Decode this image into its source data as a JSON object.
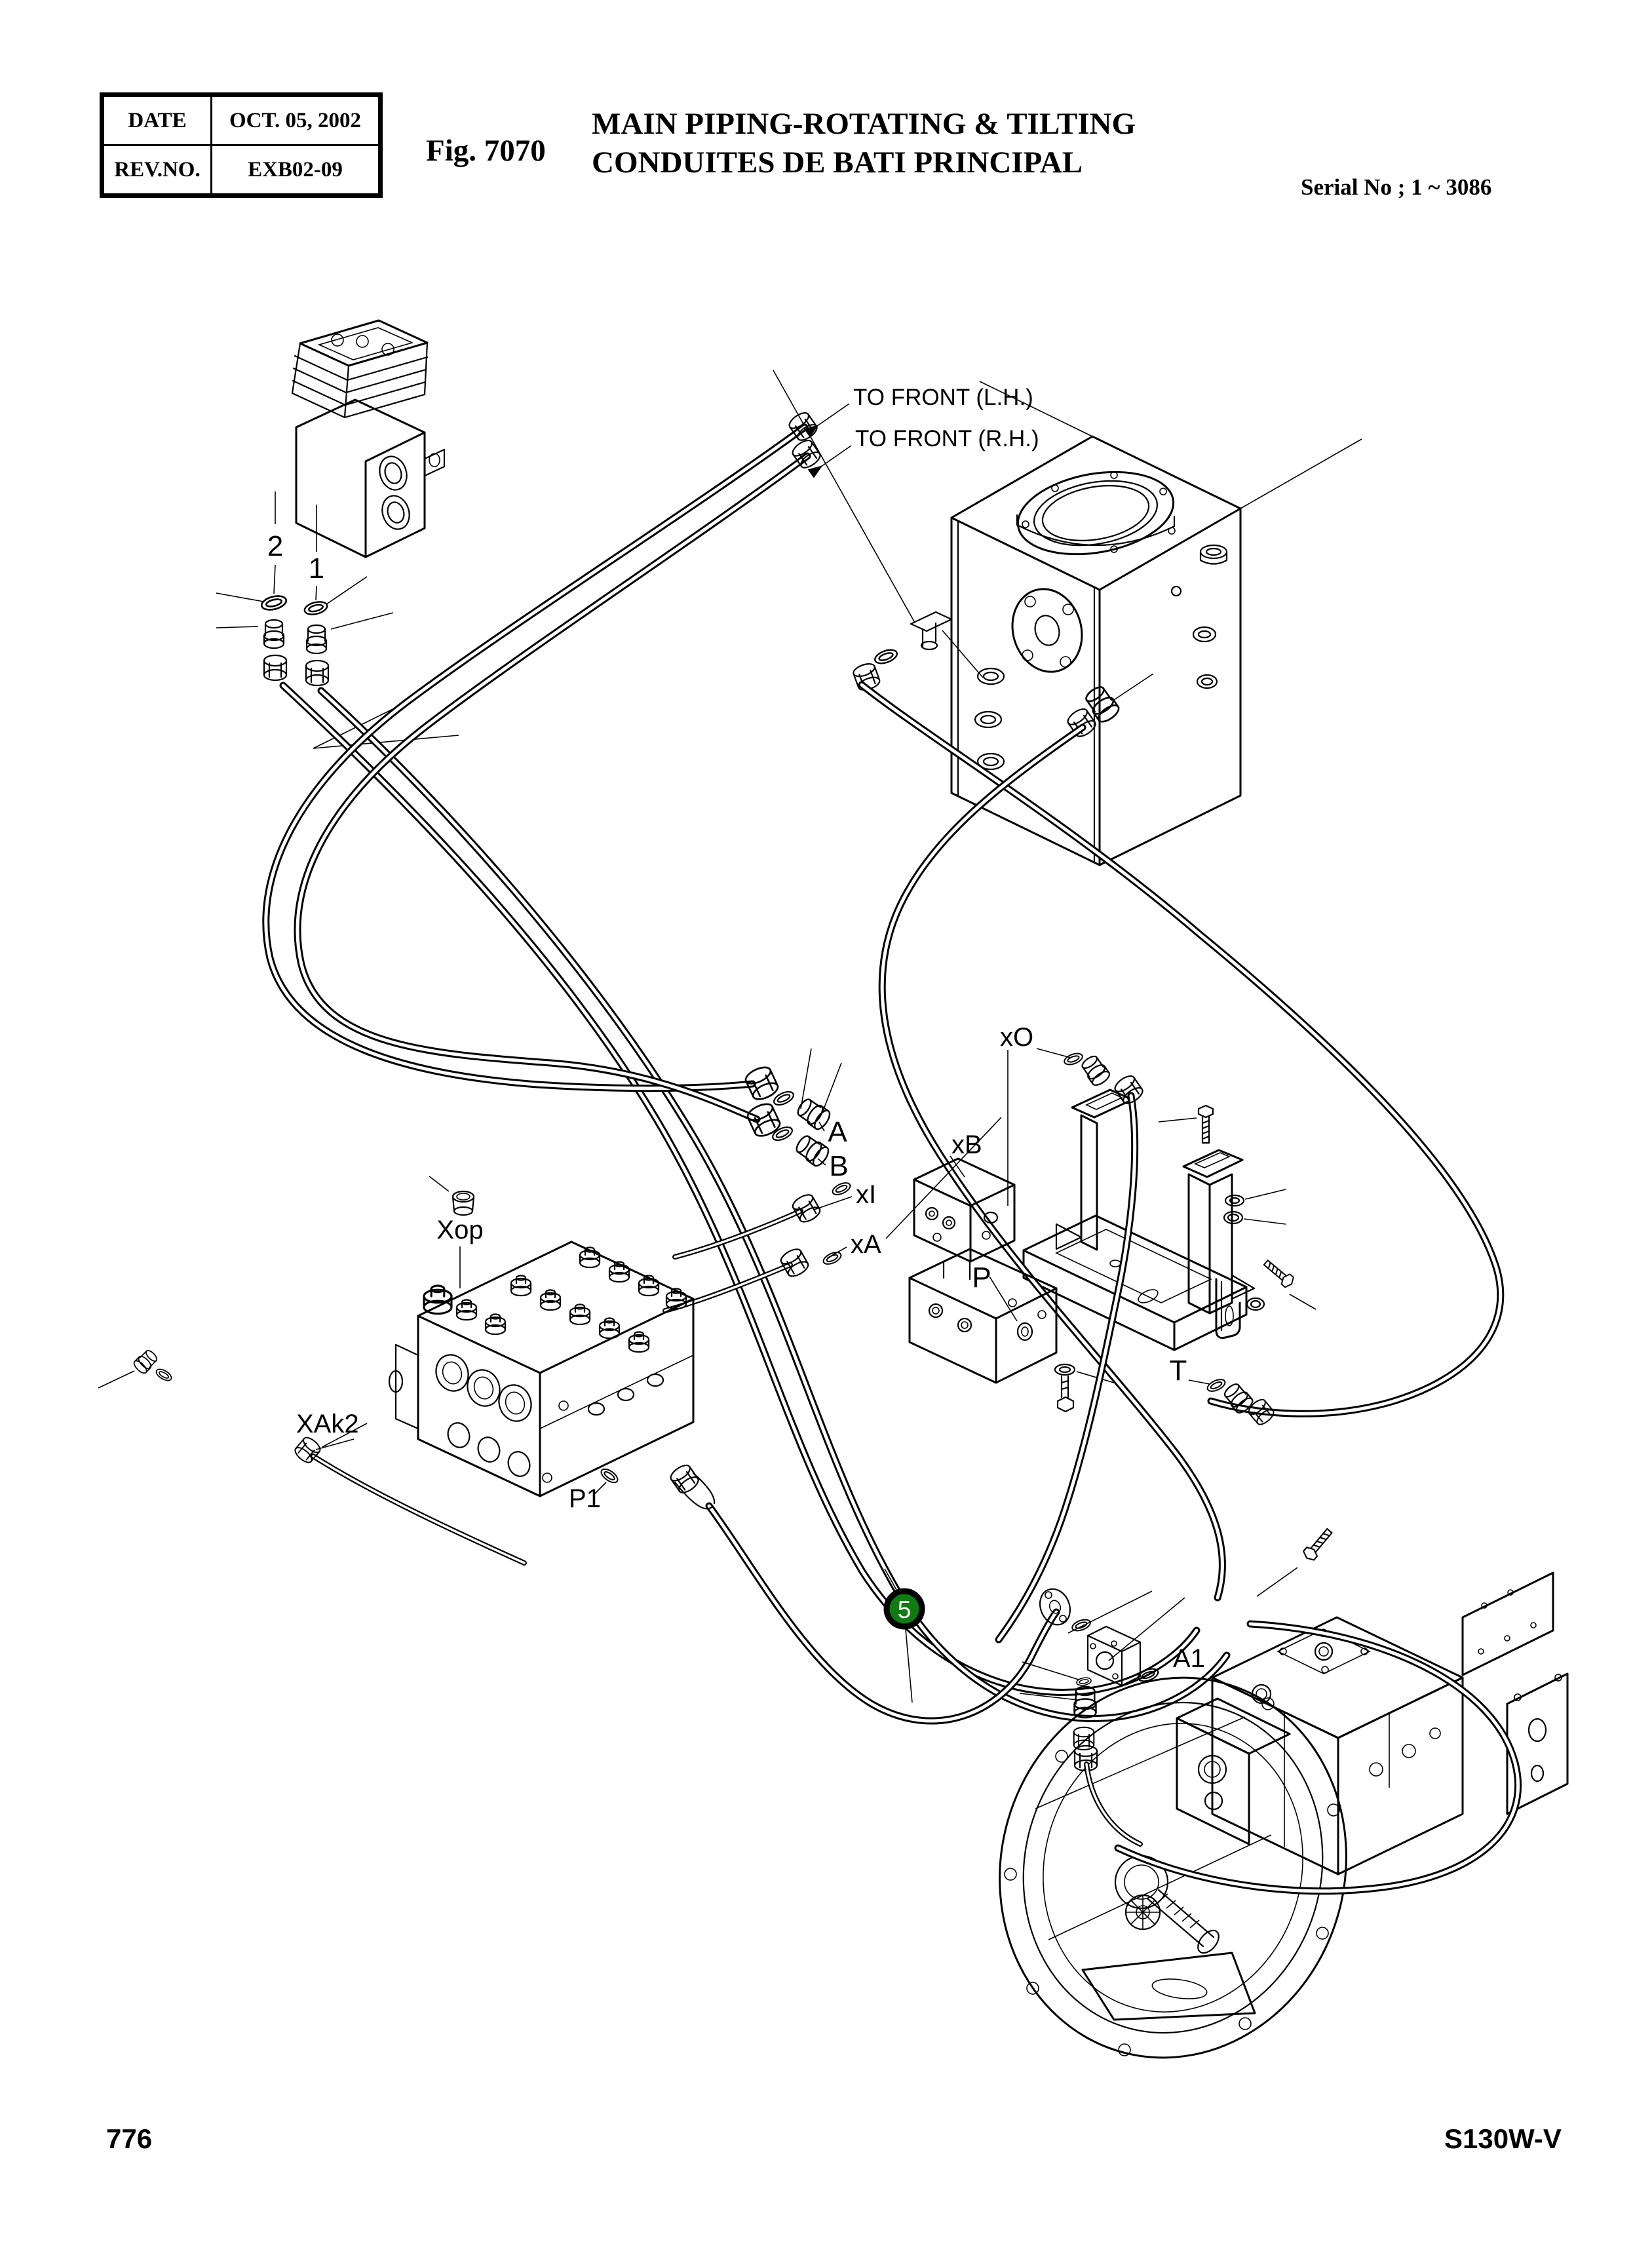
{
  "header": {
    "table": {
      "rows": [
        {
          "label": "DATE",
          "value": "OCT. 05, 2002"
        },
        {
          "label": "REV.NO.",
          "value": "EXB02-09"
        }
      ]
    },
    "fig_label": "Fig. 7070",
    "title_line1": "MAIN PIPING-ROTATING & TILTING",
    "title_line2": "CONDUITES DE BATI PRINCIPAL",
    "serial": "Serial No ; 1 ~ 3086"
  },
  "diagram": {
    "callouts": {
      "to_front_lh": "TO FRONT (L.H.)",
      "to_front_rh": "TO FRONT (R.H.)",
      "item_2": "2",
      "item_1": "1",
      "xo": "xO",
      "a": "A",
      "b": "B",
      "xb": "xB",
      "xi": "xI",
      "xa": "xA",
      "xop": "Xop",
      "p": "P",
      "t": "T",
      "xak2": "XAk2",
      "p1": "P1",
      "a1": "A1",
      "item_5": "5"
    },
    "item5_color": "#0e7c12"
  },
  "footer": {
    "page_number": "776",
    "model": "S130W-V"
  }
}
